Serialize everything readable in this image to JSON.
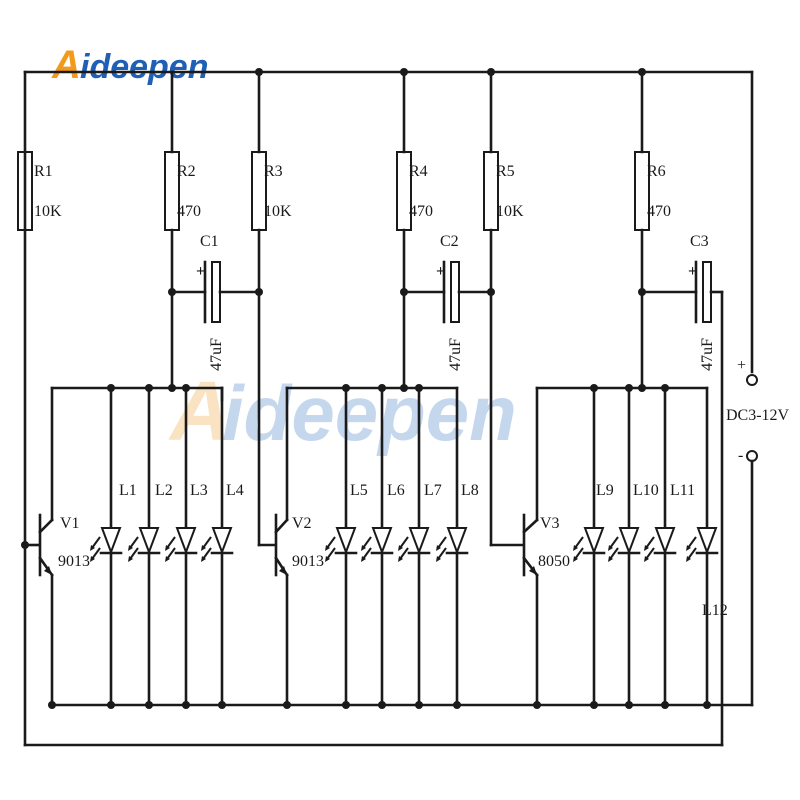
{
  "brand": {
    "logo_first": "A",
    "logo_rest": "ideepen",
    "watermark_first": "A",
    "watermark_rest": "ideepen",
    "color_blue": "#1f5fb5",
    "color_orange": "#f29a1c"
  },
  "power": {
    "label": "DC3-12V",
    "plus": "+",
    "minus": "-"
  },
  "resistors": [
    {
      "name": "R1",
      "value": "10K"
    },
    {
      "name": "R2",
      "value": "470"
    },
    {
      "name": "R3",
      "value": "10K"
    },
    {
      "name": "R4",
      "value": "470"
    },
    {
      "name": "R5",
      "value": "10K"
    },
    {
      "name": "R6",
      "value": "470"
    }
  ],
  "capacitors": [
    {
      "name": "C1",
      "value": "47uF",
      "polarity": "+"
    },
    {
      "name": "C2",
      "value": "47uF",
      "polarity": "+"
    },
    {
      "name": "C3",
      "value": "47uF",
      "polarity": "+"
    }
  ],
  "transistors": [
    {
      "name": "V1",
      "model": "9013"
    },
    {
      "name": "V2",
      "model": "9013"
    },
    {
      "name": "V3",
      "model": "8050"
    }
  ],
  "leds": [
    "L1",
    "L2",
    "L3",
    "L4",
    "L5",
    "L6",
    "L7",
    "L8",
    "L9",
    "L10",
    "L11",
    "L12"
  ]
}
